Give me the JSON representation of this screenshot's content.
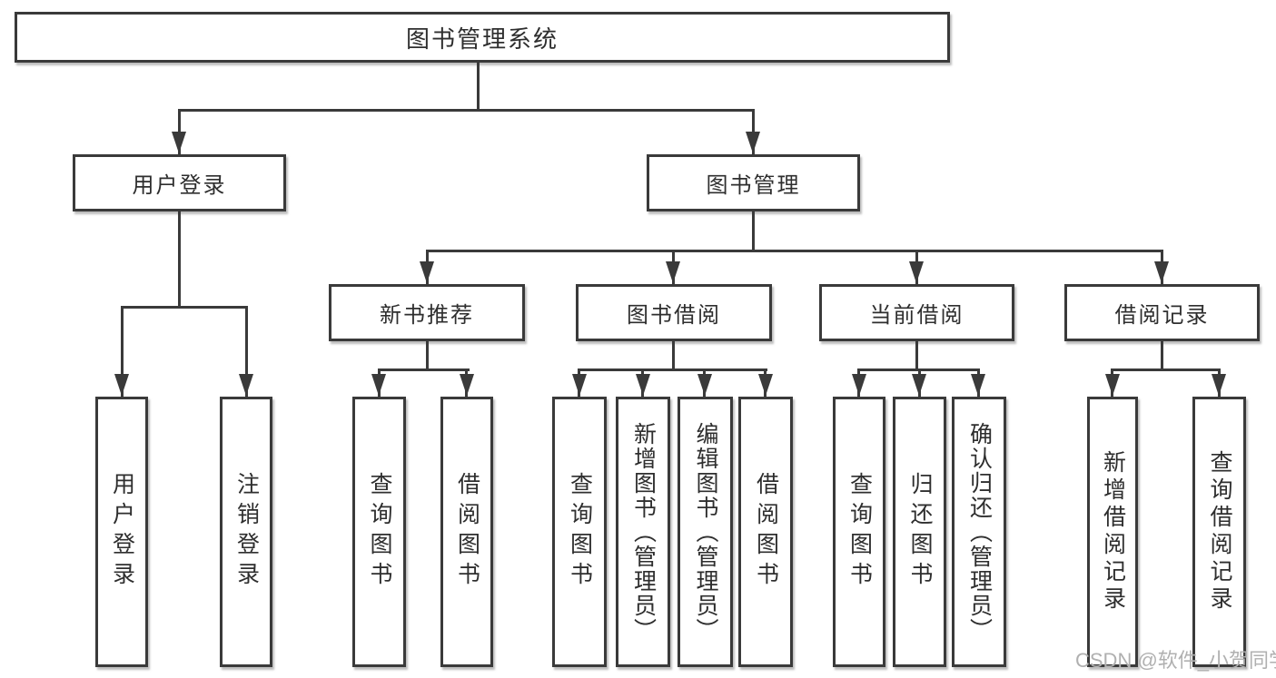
{
  "diagram": {
    "title": "图书管理系统",
    "colors": {
      "line": "#3a3a3a",
      "box_border": "#3a3a3a",
      "box_fill": "#ffffff",
      "text": "#2e2e2e",
      "watermark": "#b0b0b0"
    },
    "tree": {
      "root": {
        "label": "图书管理系统",
        "user_login": {
          "label": "用户登录",
          "leaf_login": {
            "label": "用户登录"
          },
          "leaf_logout": {
            "label": "注销登录"
          }
        },
        "book_mgmt": {
          "label": "图书管理",
          "new_book": {
            "label": "新书推荐",
            "query": {
              "label": "查询图书"
            },
            "borrow": {
              "label": "借阅图书"
            }
          },
          "book_borrow": {
            "label": "图书借阅",
            "query": {
              "label": "查询图书"
            },
            "add": {
              "label": "新增图书（管理员）"
            },
            "edit": {
              "label": "编辑图书（管理员）"
            },
            "borrow": {
              "label": "借阅图书"
            }
          },
          "current_borrow": {
            "label": "当前借阅",
            "query": {
              "label": "查询图书"
            },
            "return": {
              "label": "归还图书"
            },
            "confirm": {
              "label": "确认归还（管理员）"
            }
          },
          "borrow_record": {
            "label": "借阅记录",
            "add": {
              "label": "新增借阅记录"
            },
            "query": {
              "label": "查询借阅记录"
            }
          }
        }
      }
    },
    "watermark": "CSDN @软件_小贺同学"
  }
}
